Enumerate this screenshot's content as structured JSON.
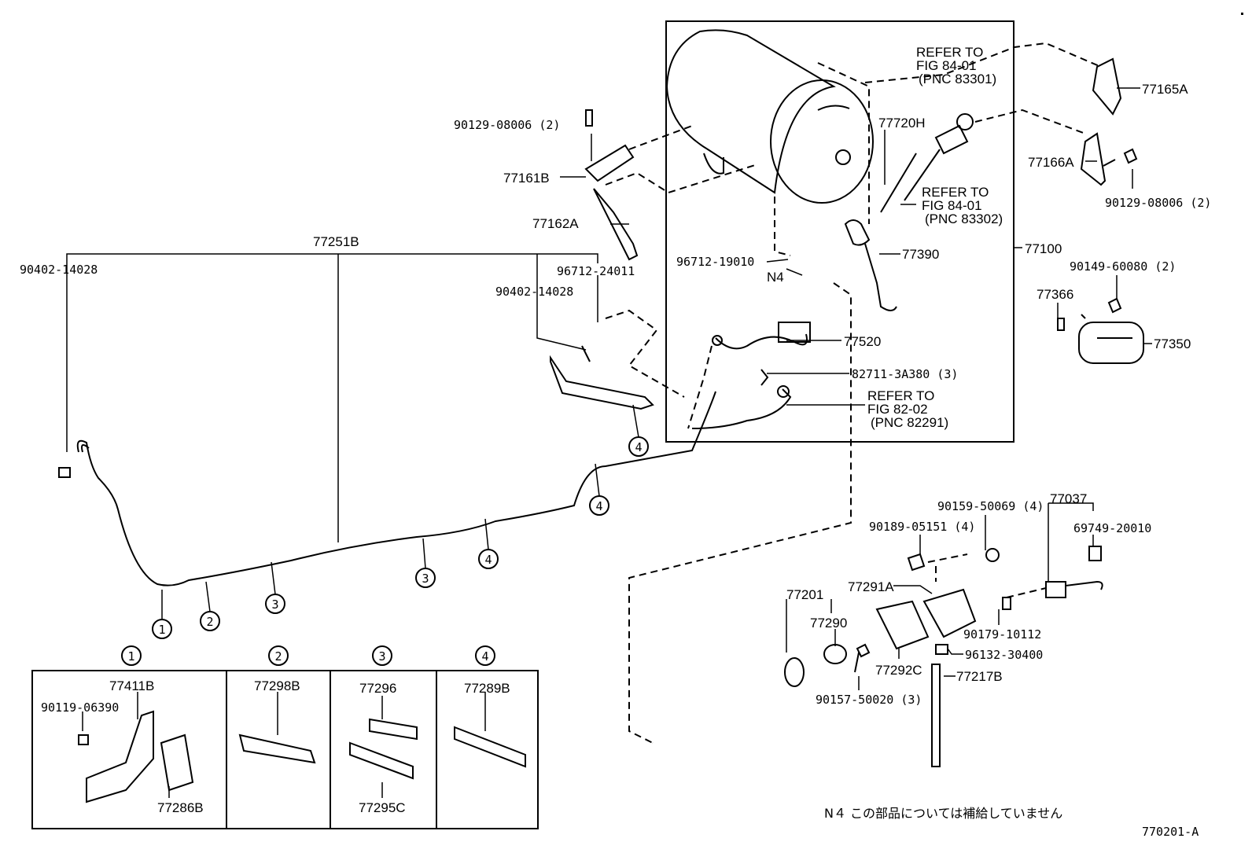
{
  "diagram": {
    "figure_code": "770201-A",
    "note": "N４ この部品については補給していません",
    "box_labels": {
      "refer_1": [
        "REFER TO",
        "FIG 84-01",
        "(PNC 83301)"
      ],
      "refer_2": [
        "REFER TO",
        "FIG 84-01",
        "(PNC 83302)"
      ],
      "refer_3": [
        "REFER TO",
        "FIG 82-02",
        "(PNC 82291)"
      ]
    },
    "parts": {
      "p77165A": "77165A",
      "p77166A": "77166A",
      "p90129_right": "90129-08006 (2)",
      "p90129_left": "90129-08006 (2)",
      "p77161B": "77161B",
      "p77162A": "77162A",
      "p77720H": "77720H",
      "p77100": "77100",
      "p77390": "77390",
      "p96712_19010": "96712-19010",
      "pN4": "N4",
      "p77520": "77520",
      "p82711": "82711-3A380 (3)",
      "p90149": "90149-60080 (2)",
      "p77366": "77366",
      "p77350": "77350",
      "p77251B": "77251B",
      "p90402_left": "90402-14028",
      "p90402_right": "90402-14028",
      "p96712_24011": "96712-24011",
      "p90159": "90159-50069 (4)",
      "p90189": "90189-05151 (4)",
      "p77037": "77037",
      "p69749": "69749-20010",
      "p77291A": "77291A",
      "p77201": "77201",
      "p77290": "77290",
      "p90179": "90179-10112",
      "p96132": "96132-30400",
      "p77292C": "77292C",
      "p77217B": "77217B",
      "p90157": "90157-50020 (3)"
    },
    "clamp_refs": [
      "1",
      "2",
      "3",
      "4"
    ],
    "clamp_panel": {
      "headers": [
        "1",
        "2",
        "3",
        "4"
      ],
      "p77411B": "77411B",
      "p90119": "90119-06390",
      "p77286B": "77286B",
      "p77298B": "77298B",
      "p77296": "77296",
      "p77295C": "77295C",
      "p77289B": "77289B"
    }
  }
}
